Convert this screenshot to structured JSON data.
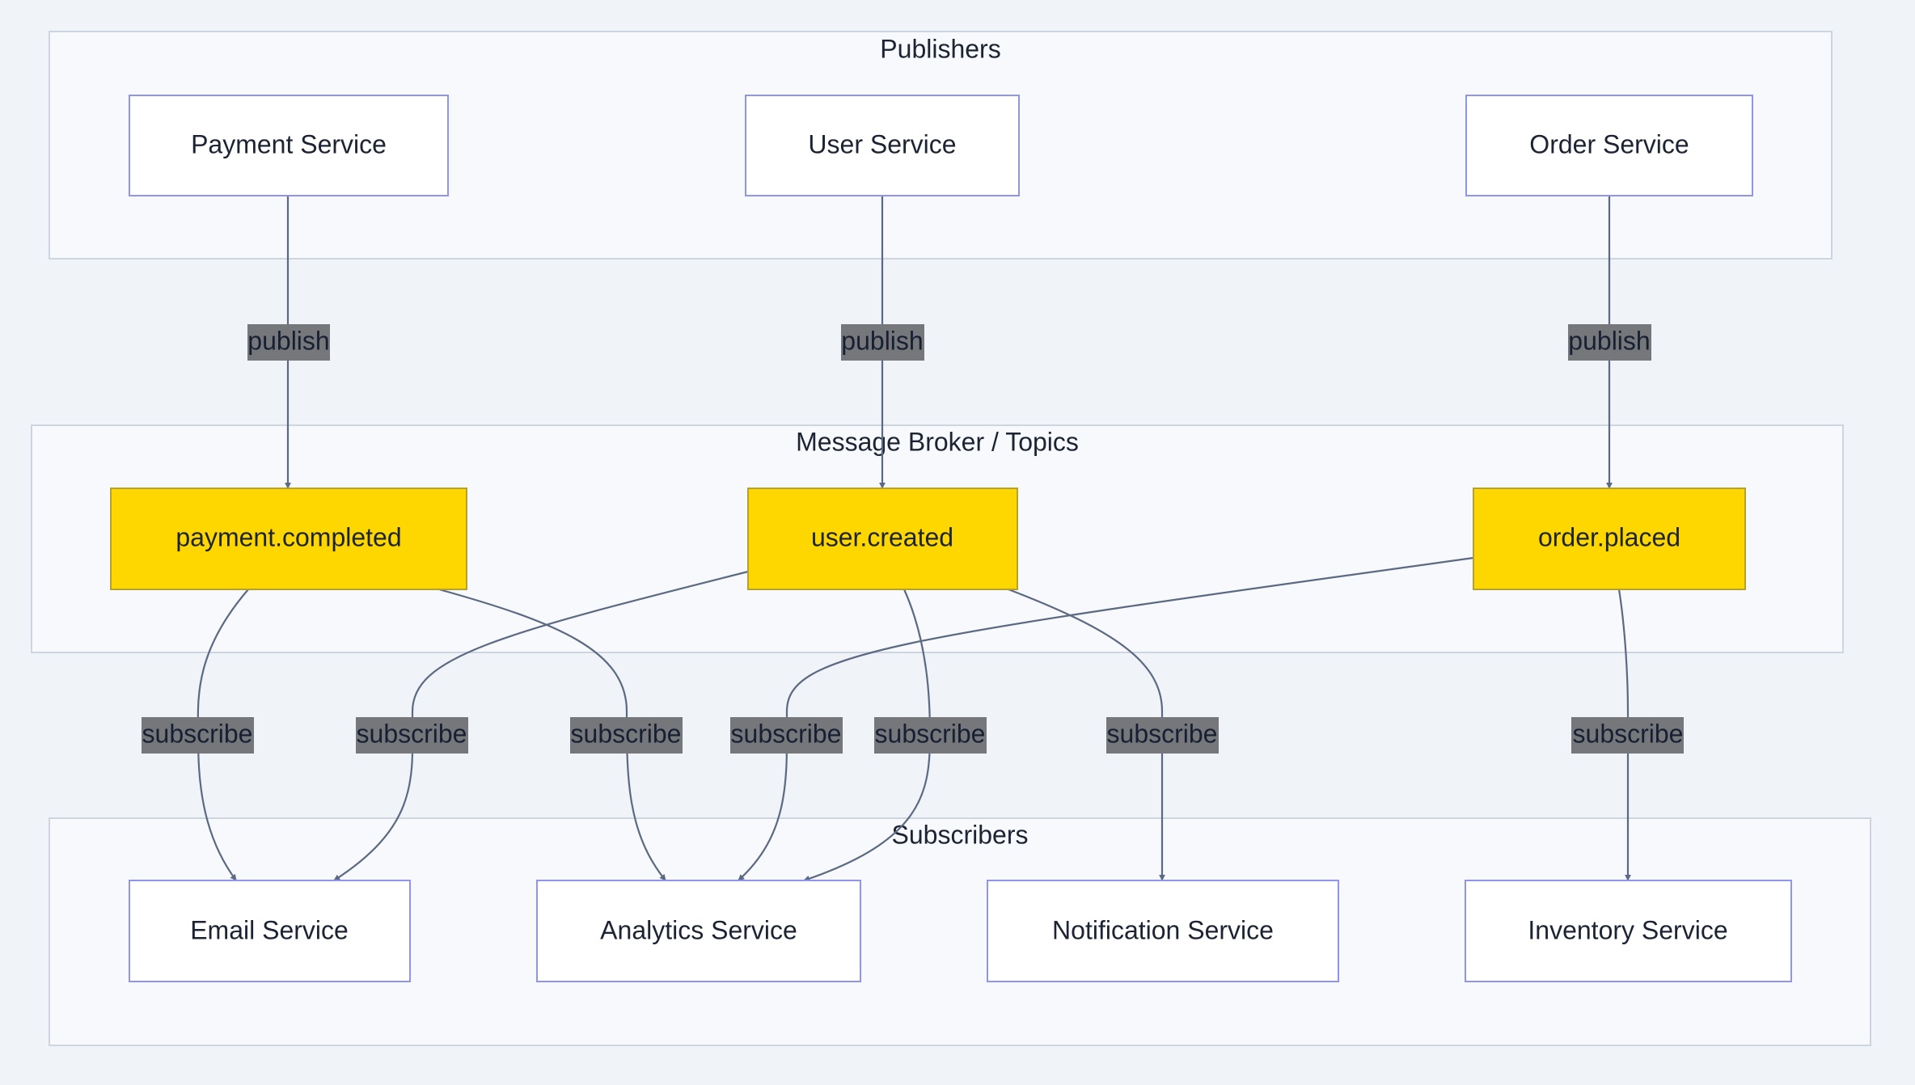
{
  "clusters": {
    "publishers": {
      "title": "Publishers"
    },
    "broker": {
      "title": "Message Broker / Topics"
    },
    "subscribers": {
      "title": "Subscribers"
    }
  },
  "nodes": {
    "payment_service": "Payment Service",
    "user_service": "User Service",
    "order_service": "Order Service",
    "payment_completed": "payment.completed",
    "user_created": "user.created",
    "order_placed": "order.placed",
    "email_service": "Email Service",
    "analytics_service": "Analytics Service",
    "notification_service": "Notification Service",
    "inventory_service": "Inventory Service"
  },
  "edges": {
    "pub_payment": "publish",
    "pub_user": "publish",
    "pub_order": "publish",
    "sub_payment_email": "subscribe",
    "sub_user_email": "subscribe",
    "sub_payment_analytics": "subscribe",
    "sub_order_analytics": "subscribe",
    "sub_user_analytics": "subscribe",
    "sub_user_notification": "subscribe",
    "sub_order_inventory": "subscribe"
  },
  "colors": {
    "topic_fill": "#ffd700",
    "node_border": "#8f94ec",
    "edge": "#5b6982",
    "background": "#f0f3f8"
  }
}
